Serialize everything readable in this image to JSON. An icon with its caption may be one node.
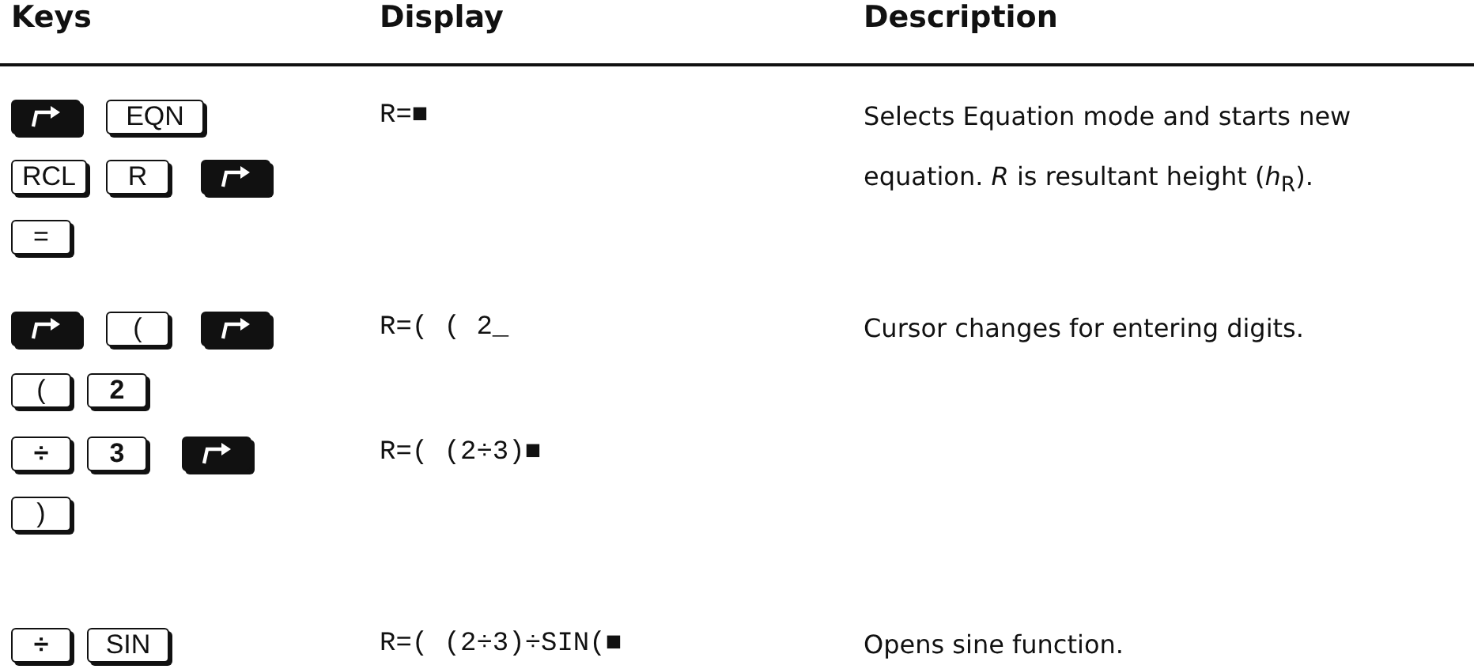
{
  "diagram": {
    "nodes": [
      {
        "text": [],
        "shape": "box"
      },
      {
        "text": [
          "EQN"
        ]
      },
      {
        "text": [
          "RCL"
        ]
      },
      {
        "text": [
          "R"
        ]
      },
      {
        "text": [],
        "shape": "box"
      },
      {
        "text": [
          "="
        ]
      },
      {
        "text": [],
        "shape": "box"
      },
      {
        "text": [
          "("
        ]
      },
      {
        "text": [],
        "shape": "box"
      },
      {
        "text": [
          "("
        ]
      },
      {
        "text": [
          "2"
        ]
      },
      {
        "text": [
          "÷"
        ]
      },
      {
        "text": [
          "3"
        ]
      },
      {
        "text": [],
        "shape": "box"
      },
      {
        "text": [
          ")"
        ]
      },
      {
        "text": [
          "÷"
        ]
      },
      {
        "text": [
          "SIN"
        ]
      }
    ],
    "labels": [
      "Keys",
      "Display",
      "Description",
      "R=■",
      "Selects Equation mode and starts new equation. *R* is resultant height (*h*$_{R}$).",
      "R=( ( 2_",
      "Cursor changes for entering digits.",
      "R=( (2÷3)■",
      "R=( (2÷3)÷SIN(■",
      "Opens sine function."
    ]
  }
}
